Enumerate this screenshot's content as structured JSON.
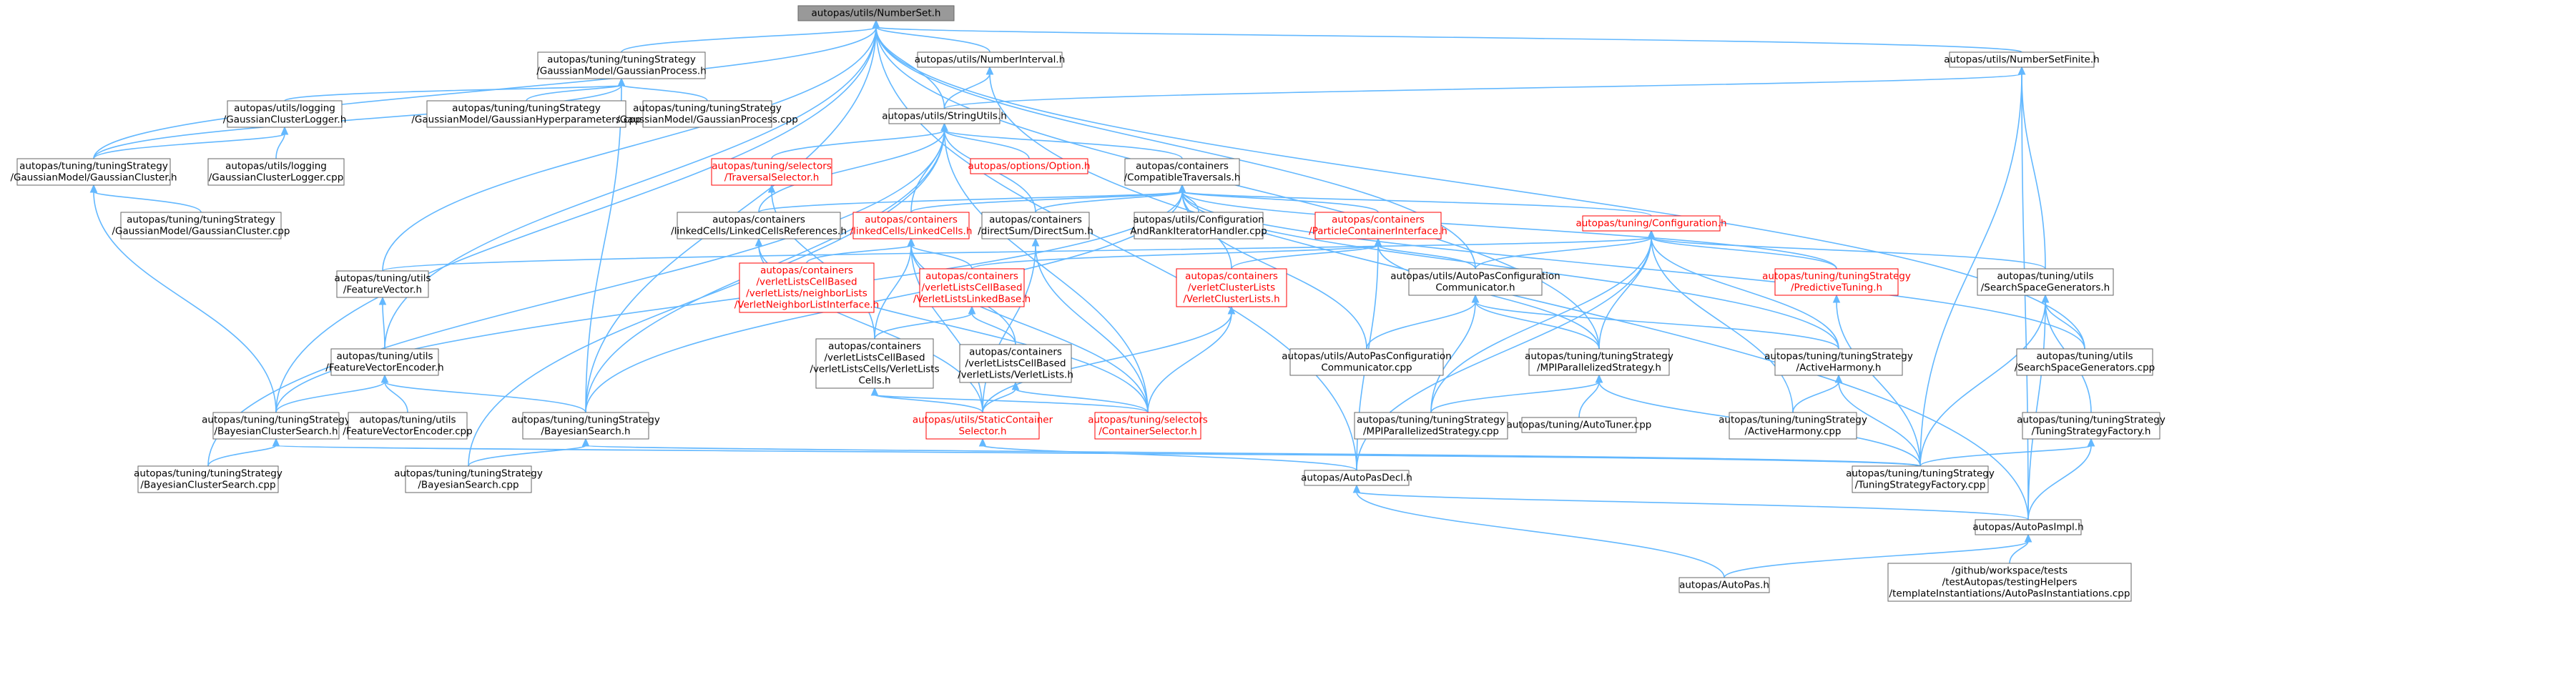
{
  "colors": {
    "edge": "#63b8ff",
    "node_border": "#666666",
    "root_fill": "#999999",
    "truncated": "#ff0000",
    "background": "#ffffff"
  },
  "nodes": [
    {
      "id": "n1",
      "lines": [
        "autopas/utils/NumberSet.h"
      ],
      "style": "root"
    },
    {
      "id": "n2",
      "lines": [
        "autopas/tuning/tuningStrategy",
        "/GaussianModel/GaussianProcess.h"
      ],
      "style": "normal"
    },
    {
      "id": "n3",
      "lines": [
        "autopas/utils/NumberInterval.h"
      ],
      "style": "normal"
    },
    {
      "id": "n4",
      "lines": [
        "autopas/utils/NumberSetFinite.h"
      ],
      "style": "normal"
    },
    {
      "id": "n5",
      "lines": [
        "autopas/utils/logging",
        "/GaussianClusterLogger.h"
      ],
      "style": "normal"
    },
    {
      "id": "n6",
      "lines": [
        "autopas/tuning/tuningStrategy",
        "/GaussianModel/GaussianHyperparameters.cpp"
      ],
      "style": "normal"
    },
    {
      "id": "n7",
      "lines": [
        "autopas/tuning/tuningStrategy",
        "/GaussianModel/GaussianProcess.cpp"
      ],
      "style": "normal"
    },
    {
      "id": "n8",
      "lines": [
        "autopas/utils/StringUtils.h"
      ],
      "style": "normal"
    },
    {
      "id": "n9",
      "lines": [
        "autopas/tuning/tuningStrategy",
        "/GaussianModel/GaussianCluster.h"
      ],
      "style": "normal"
    },
    {
      "id": "n10",
      "lines": [
        "autopas/utils/logging",
        "/GaussianClusterLogger.cpp"
      ],
      "style": "normal"
    },
    {
      "id": "n11",
      "lines": [
        "autopas/tuning/selectors",
        "/TraversalSelector.h"
      ],
      "style": "trunc"
    },
    {
      "id": "n12",
      "lines": [
        "autopas/options/Option.h"
      ],
      "style": "trunc"
    },
    {
      "id": "n13",
      "lines": [
        "autopas/containers",
        "/CompatibleTraversals.h"
      ],
      "style": "normal"
    },
    {
      "id": "n14",
      "lines": [
        "autopas/tuning/tuningStrategy",
        "/GaussianModel/GaussianCluster.cpp"
      ],
      "style": "normal"
    },
    {
      "id": "n15",
      "lines": [
        "autopas/containers",
        "/linkedCells/LinkedCellsReferences.h"
      ],
      "style": "normal"
    },
    {
      "id": "n16",
      "lines": [
        "autopas/containers",
        "/linkedCells/LinkedCells.h"
      ],
      "style": "trunc"
    },
    {
      "id": "n17",
      "lines": [
        "autopas/containers",
        "/directSum/DirectSum.h"
      ],
      "style": "normal"
    },
    {
      "id": "n18",
      "lines": [
        "autopas/utils/Configuration",
        "AndRankIteratorHandler.cpp"
      ],
      "style": "normal"
    },
    {
      "id": "n19",
      "lines": [
        "autopas/containers",
        "/ParticleContainerInterface.h"
      ],
      "style": "trunc"
    },
    {
      "id": "n20",
      "lines": [
        "autopas/tuning/Configuration.h"
      ],
      "style": "trunc"
    },
    {
      "id": "n21",
      "lines": [
        "autopas/tuning/utils",
        "/FeatureVector.h"
      ],
      "style": "normal"
    },
    {
      "id": "n22",
      "lines": [
        "autopas/containers",
        "/verletListsCellBased",
        "/verletLists/neighborLists",
        "/VerletNeighborListInterface.h"
      ],
      "style": "trunc"
    },
    {
      "id": "n23",
      "lines": [
        "autopas/containers",
        "/verletListsCellBased",
        "/VerletListsLinkedBase.h"
      ],
      "style": "trunc"
    },
    {
      "id": "n24",
      "lines": [
        "autopas/containers",
        "/verletClusterLists",
        "/VerletClusterLists.h"
      ],
      "style": "trunc"
    },
    {
      "id": "n25",
      "lines": [
        "autopas/utils/AutoPasConfiguration",
        "Communicator.h"
      ],
      "style": "normal"
    },
    {
      "id": "n26",
      "lines": [
        "autopas/tuning/tuningStrategy",
        "/PredictiveTuning.h"
      ],
      "style": "trunc"
    },
    {
      "id": "n27",
      "lines": [
        "autopas/tuning/utils",
        "/SearchSpaceGenerators.h"
      ],
      "style": "normal"
    },
    {
      "id": "n28",
      "lines": [
        "autopas/tuning/utils",
        "/FeatureVectorEncoder.h"
      ],
      "style": "normal"
    },
    {
      "id": "n29",
      "lines": [
        "autopas/containers",
        "/verletListsCellBased",
        "/verletListsCells/VerletLists",
        "Cells.h"
      ],
      "style": "normal"
    },
    {
      "id": "n30",
      "lines": [
        "autopas/containers",
        "/verletListsCellBased",
        "/verletLists/VerletLists.h"
      ],
      "style": "normal"
    },
    {
      "id": "n31",
      "lines": [
        "autopas/utils/AutoPasConfiguration",
        "Communicator.cpp"
      ],
      "style": "normal"
    },
    {
      "id": "n32",
      "lines": [
        "autopas/tuning/tuningStrategy",
        "/MPIParallelizedStrategy.h"
      ],
      "style": "normal"
    },
    {
      "id": "n33",
      "lines": [
        "autopas/tuning/tuningStrategy",
        "/ActiveHarmony.h"
      ],
      "style": "normal"
    },
    {
      "id": "n34",
      "lines": [
        "autopas/tuning/utils",
        "/SearchSpaceGenerators.cpp"
      ],
      "style": "normal"
    },
    {
      "id": "n35",
      "lines": [
        "autopas/tuning/tuningStrategy",
        "/BayesianClusterSearch.h"
      ],
      "style": "normal"
    },
    {
      "id": "n36",
      "lines": [
        "autopas/tuning/utils",
        "/FeatureVectorEncoder.cpp"
      ],
      "style": "normal"
    },
    {
      "id": "n37",
      "lines": [
        "autopas/tuning/tuningStrategy",
        "/BayesianSearch.h"
      ],
      "style": "normal"
    },
    {
      "id": "n38",
      "lines": [
        "autopas/utils/StaticContainer",
        "Selector.h"
      ],
      "style": "trunc"
    },
    {
      "id": "n39",
      "lines": [
        "autopas/tuning/selectors",
        "/ContainerSelector.h"
      ],
      "style": "trunc"
    },
    {
      "id": "n40",
      "lines": [
        "autopas/tuning/tuningStrategy",
        "/MPIParallelizedStrategy.cpp"
      ],
      "style": "normal"
    },
    {
      "id": "n41",
      "lines": [
        "autopas/tuning/AutoTuner.cpp"
      ],
      "style": "normal"
    },
    {
      "id": "n42",
      "lines": [
        "autopas/tuning/tuningStrategy",
        "/ActiveHarmony.cpp"
      ],
      "style": "normal"
    },
    {
      "id": "n43",
      "lines": [
        "autopas/tuning/tuningStrategy",
        "/TuningStrategyFactory.h"
      ],
      "style": "normal"
    },
    {
      "id": "n44",
      "lines": [
        "autopas/tuning/tuningStrategy",
        "/BayesianClusterSearch.cpp"
      ],
      "style": "normal"
    },
    {
      "id": "n45",
      "lines": [
        "autopas/tuning/tuningStrategy",
        "/BayesianSearch.cpp"
      ],
      "style": "normal"
    },
    {
      "id": "n46",
      "lines": [
        "autopas/AutoPasDecl.h"
      ],
      "style": "normal"
    },
    {
      "id": "n47",
      "lines": [
        "autopas/tuning/tuningStrategy",
        "/TuningStrategyFactory.cpp"
      ],
      "style": "normal"
    },
    {
      "id": "n48",
      "lines": [
        "autopas/AutoPasImpl.h"
      ],
      "style": "normal"
    },
    {
      "id": "n49",
      "lines": [
        "autopas/AutoPas.h"
      ],
      "style": "normal"
    },
    {
      "id": "n50",
      "lines": [
        "/github/workspace/tests",
        "/testAutopas/testingHelpers",
        "/templateInstantiations/AutoPasInstantiations.cpp"
      ],
      "style": "normal"
    }
  ],
  "edges": [
    [
      "n1",
      "n2"
    ],
    [
      "n1",
      "n3"
    ],
    [
      "n1",
      "n4"
    ],
    [
      "n1",
      "n8"
    ],
    [
      "n1",
      "n9"
    ],
    [
      "n1",
      "n21"
    ],
    [
      "n1",
      "n25"
    ],
    [
      "n1",
      "n28"
    ],
    [
      "n1",
      "n32"
    ],
    [
      "n1",
      "n34"
    ],
    [
      "n1",
      "n35"
    ],
    [
      "n1",
      "n37"
    ],
    [
      "n1",
      "n46"
    ],
    [
      "n2",
      "n5"
    ],
    [
      "n2",
      "n6"
    ],
    [
      "n2",
      "n7"
    ],
    [
      "n2",
      "n9"
    ],
    [
      "n2",
      "n37"
    ],
    [
      "n3",
      "n8"
    ],
    [
      "n3",
      "n48"
    ],
    [
      "n4",
      "n8"
    ],
    [
      "n4",
      "n27"
    ],
    [
      "n4",
      "n47"
    ],
    [
      "n4",
      "n48"
    ],
    [
      "n5",
      "n9"
    ],
    [
      "n5",
      "n10"
    ],
    [
      "n8",
      "n11"
    ],
    [
      "n8",
      "n12"
    ],
    [
      "n8",
      "n13"
    ],
    [
      "n8",
      "n15"
    ],
    [
      "n8",
      "n16"
    ],
    [
      "n8",
      "n17"
    ],
    [
      "n8",
      "n37"
    ],
    [
      "n8",
      "n39"
    ],
    [
      "n8",
      "n44"
    ],
    [
      "n8",
      "n45"
    ],
    [
      "n9",
      "n14"
    ],
    [
      "n9",
      "n35"
    ],
    [
      "n11",
      "n29"
    ],
    [
      "n13",
      "n15"
    ],
    [
      "n13",
      "n16"
    ],
    [
      "n13",
      "n17"
    ],
    [
      "n13",
      "n18"
    ],
    [
      "n13",
      "n19"
    ],
    [
      "n13",
      "n20"
    ],
    [
      "n13",
      "n24"
    ],
    [
      "n13",
      "n26"
    ],
    [
      "n13",
      "n31"
    ],
    [
      "n13",
      "n33"
    ],
    [
      "n13",
      "n34"
    ],
    [
      "n13",
      "n35"
    ],
    [
      "n13",
      "n37"
    ],
    [
      "n15",
      "n38"
    ],
    [
      "n15",
      "n39"
    ],
    [
      "n16",
      "n22"
    ],
    [
      "n16",
      "n23"
    ],
    [
      "n16",
      "n29"
    ],
    [
      "n16",
      "n30"
    ],
    [
      "n16",
      "n38"
    ],
    [
      "n16",
      "n39"
    ],
    [
      "n17",
      "n38"
    ],
    [
      "n17",
      "n39"
    ],
    [
      "n19",
      "n23"
    ],
    [
      "n19",
      "n24"
    ],
    [
      "n19",
      "n25"
    ],
    [
      "n19",
      "n32"
    ],
    [
      "n19",
      "n46"
    ],
    [
      "n20",
      "n21"
    ],
    [
      "n20",
      "n25"
    ],
    [
      "n20",
      "n26"
    ],
    [
      "n20",
      "n27"
    ],
    [
      "n20",
      "n32"
    ],
    [
      "n20",
      "n33"
    ],
    [
      "n20",
      "n40"
    ],
    [
      "n20",
      "n42"
    ],
    [
      "n20",
      "n46"
    ],
    [
      "n21",
      "n28"
    ],
    [
      "n23",
      "n29"
    ],
    [
      "n23",
      "n30"
    ],
    [
      "n24",
      "n38"
    ],
    [
      "n24",
      "n39"
    ],
    [
      "n25",
      "n31"
    ],
    [
      "n25",
      "n32"
    ],
    [
      "n25",
      "n33"
    ],
    [
      "n25",
      "n40"
    ],
    [
      "n26",
      "n47"
    ],
    [
      "n27",
      "n34"
    ],
    [
      "n27",
      "n43"
    ],
    [
      "n27",
      "n47"
    ],
    [
      "n27",
      "n48"
    ],
    [
      "n28",
      "n35"
    ],
    [
      "n28",
      "n36"
    ],
    [
      "n28",
      "n37"
    ],
    [
      "n29",
      "n38"
    ],
    [
      "n29",
      "n39"
    ],
    [
      "n30",
      "n38"
    ],
    [
      "n30",
      "n39"
    ],
    [
      "n32",
      "n40"
    ],
    [
      "n32",
      "n41"
    ],
    [
      "n32",
      "n47"
    ],
    [
      "n33",
      "n42"
    ],
    [
      "n33",
      "n47"
    ],
    [
      "n35",
      "n44"
    ],
    [
      "n35",
      "n47"
    ],
    [
      "n37",
      "n45"
    ],
    [
      "n37",
      "n47"
    ],
    [
      "n38",
      "n46"
    ],
    [
      "n43",
      "n47"
    ],
    [
      "n43",
      "n48"
    ],
    [
      "n46",
      "n48"
    ],
    [
      "n46",
      "n49"
    ],
    [
      "n48",
      "n49"
    ],
    [
      "n48",
      "n50"
    ]
  ]
}
